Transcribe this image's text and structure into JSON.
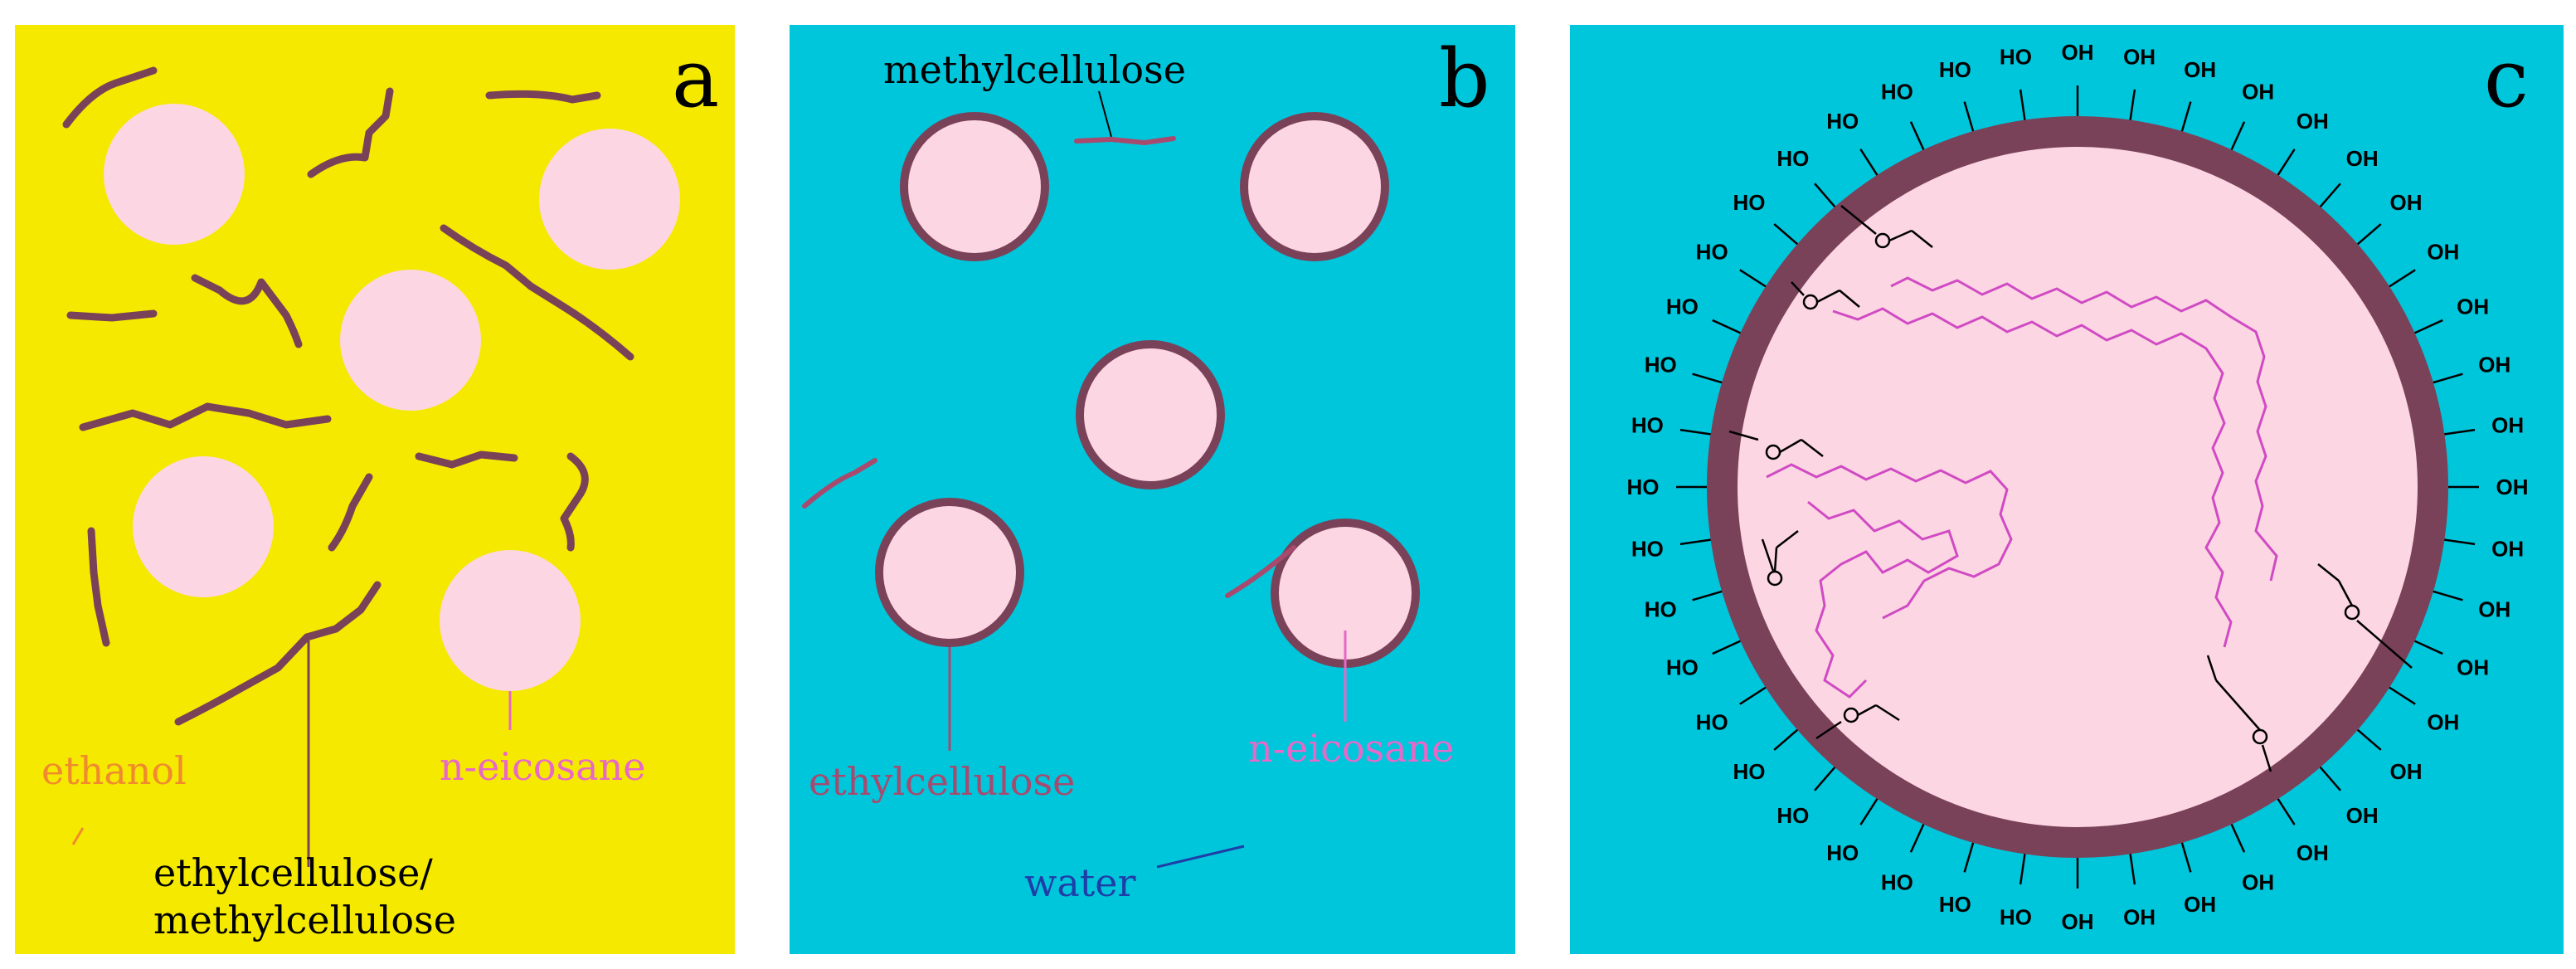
{
  "colors": {
    "panel_a_bg": "#f5e900",
    "panel_b_bg": "#00c6dc",
    "panel_c_bg": "#00c6dc",
    "droplet": "#fcd6e2",
    "polymer": "#7a4259",
    "ethanol_label": "#f08a2e",
    "eicosane_label": "#e868c8",
    "ethylcellulose_label": "#a84a6e",
    "water_label": "#1e3ea8",
    "black_label": "#000000",
    "chain": "#d04ac4"
  },
  "panels": {
    "a": {
      "letter": "a",
      "labels": {
        "ethanol": "ethanol",
        "eicosane": "n-eicosane",
        "mixed_polymer_line1": "ethylcellulose/",
        "mixed_polymer_line2": "methylcellulose"
      }
    },
    "b": {
      "letter": "b",
      "labels": {
        "methylcellulose": "methylcellulose",
        "ethylcellulose": "ethylcellulose",
        "eicosane": "n-eicosane",
        "water": "water"
      }
    },
    "c": {
      "letter": "c",
      "hydroxyl_right": "OH",
      "hydroxyl_left": "HO",
      "ether_oxygen": "O"
    }
  }
}
